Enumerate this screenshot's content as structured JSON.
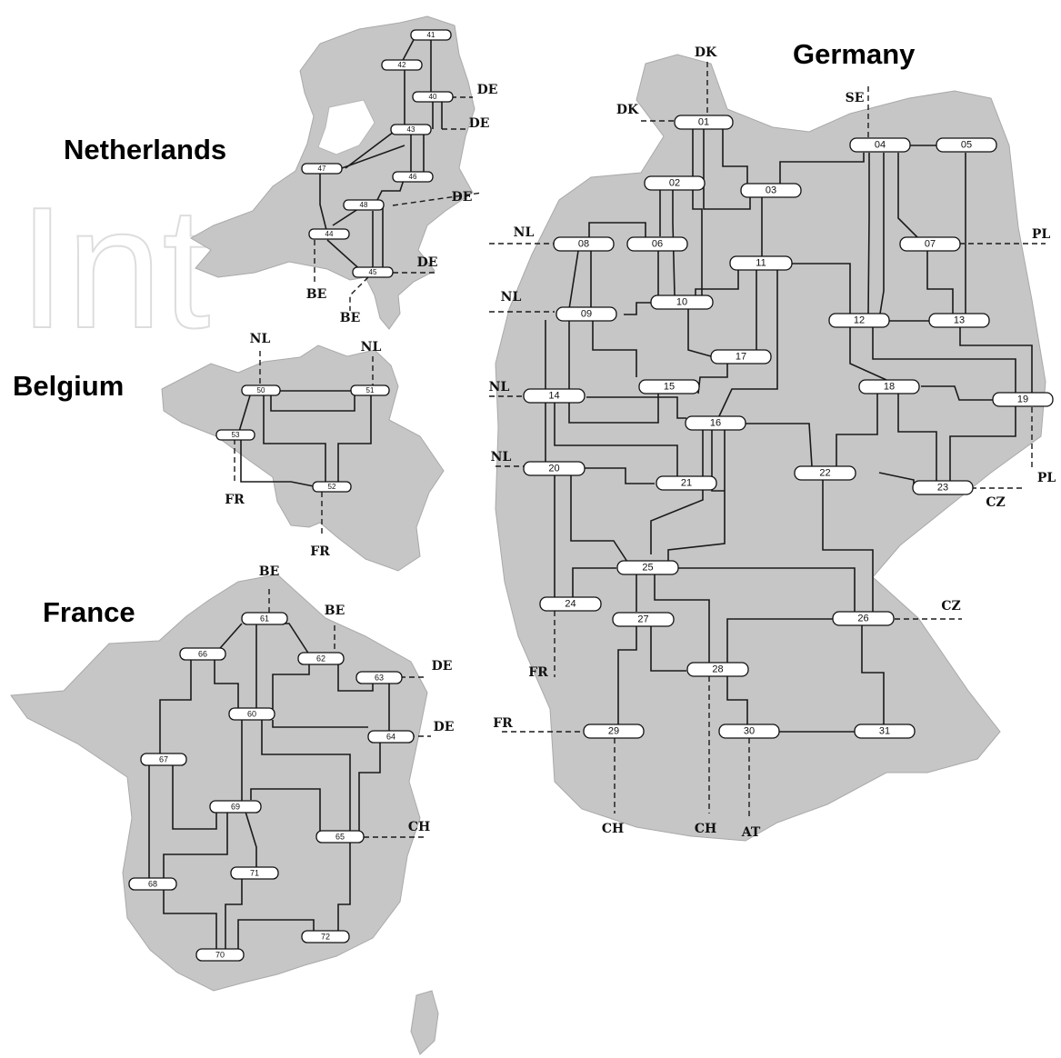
{
  "titles": {
    "netherlands": "Netherlands",
    "germany": "Germany",
    "belgium": "Belgium",
    "france": "France"
  },
  "watermark": "Int",
  "colors": {
    "land": "#c6c6c6",
    "line": "#1a1a1a",
    "node_fill": "#ffffff"
  },
  "nodes": {
    "01": "01",
    "02": "02",
    "03": "03",
    "04": "04",
    "05": "05",
    "06": "06",
    "07": "07",
    "08": "08",
    "09": "09",
    "10": "10",
    "11": "11",
    "12": "12",
    "13": "13",
    "14": "14",
    "15": "15",
    "16": "16",
    "17": "17",
    "18": "18",
    "19": "19",
    "20": "20",
    "21": "21",
    "22": "22",
    "23": "23",
    "24": "24",
    "25": "25",
    "26": "26",
    "27": "27",
    "28": "28",
    "29": "29",
    "30": "30",
    "31": "31",
    "40": "40",
    "41": "41",
    "42": "42",
    "43": "43",
    "44": "44",
    "45": "45",
    "46": "46",
    "47": "47",
    "48": "48",
    "50": "50",
    "51": "51",
    "52": "52",
    "53": "53",
    "60": "60",
    "61": "61",
    "62": "62",
    "63": "63",
    "64": "64",
    "65": "65",
    "66": "66",
    "67": "67",
    "68": "68",
    "69": "69",
    "70": "70",
    "71": "71",
    "72": "72"
  },
  "border_labels": {
    "nl_de_1": "DE",
    "nl_de_2": "DE",
    "nl_de_3": "DE",
    "nl_de_4": "DE",
    "nl_be_1": "BE",
    "nl_be_2": "BE",
    "be_nl_1": "NL",
    "be_nl_2": "NL",
    "be_fr_1": "FR",
    "be_fr_2": "FR",
    "fr_be_1": "BE",
    "fr_be_2": "BE",
    "fr_de_1": "DE",
    "fr_de_2": "DE",
    "fr_ch": "CH",
    "de_dk_1": "DK",
    "de_dk_2": "DK",
    "de_se": "SE",
    "de_pl_1": "PL",
    "de_pl_2": "PL",
    "de_cz_1": "CZ",
    "de_cz_2": "CZ",
    "de_nl_1": "NL",
    "de_nl_2": "NL",
    "de_nl_3": "NL",
    "de_nl_4": "NL",
    "de_fr_1": "FR",
    "de_fr_2": "FR",
    "de_ch_1": "CH",
    "de_ch_2": "CH",
    "de_at": "AT"
  }
}
